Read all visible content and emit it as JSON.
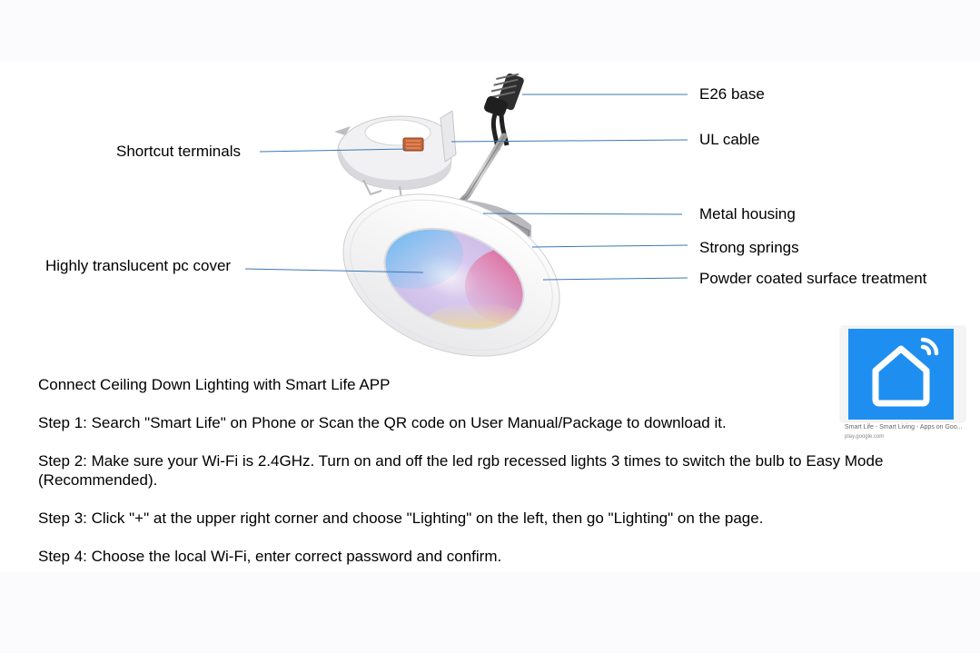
{
  "labels": {
    "e26_base": "E26 base",
    "ul_cable": "UL cable",
    "shortcut_terminals": "Shortcut terminals",
    "metal_housing": "Metal housing",
    "strong_springs": "Strong springs",
    "pc_cover": "Highly translucent pc cover",
    "powder_coated": "Powder coated surface treatment"
  },
  "instructions": {
    "title": "Connect Ceiling Down Lighting with Smart Life APP",
    "step1": "Step 1: Search \"Smart Life\" on Phone or Scan the QR code on User Manual/Package to download it.",
    "step2": "Step 2: Make sure your Wi-Fi is 2.4GHz. Turn on and off the led rgb recessed lights 3 times to switch the bulb to Easy Mode (Recommended).",
    "step3": "Step 3: Click \"+\" at the upper right corner and choose \"Lighting\" on the left, then go \"Lighting\" on the page.",
    "step4": "Step 4: Choose the local Wi-Fi, enter correct password and confirm."
  },
  "app_card": {
    "caption": "Smart Life - Smart Living - Apps on Goo...",
    "source": "play.google.com",
    "icon": "smart-life-home-wifi-icon",
    "icon_color": "#1e8ff0"
  },
  "colors": {
    "leader_line": "#3a78b5",
    "cover_blue": "#49b8f0",
    "cover_pink": "#e83e78",
    "cover_yellow": "#f7e15a"
  }
}
